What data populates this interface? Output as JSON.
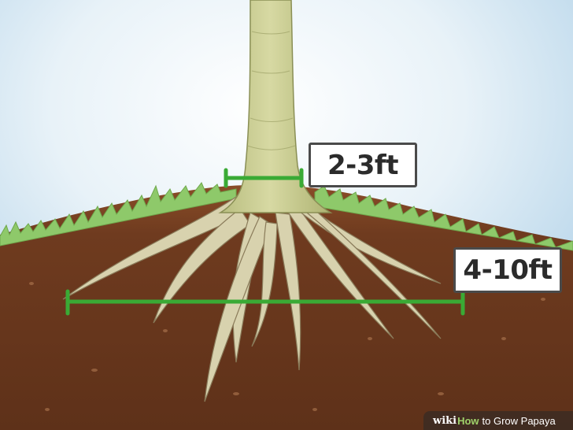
{
  "measurements": {
    "trunk_width_label": "2-3ft",
    "root_spread_label": "4-10ft"
  },
  "watermark": {
    "brand": "wiki",
    "how": "How",
    "rest": "to Grow Papaya"
  },
  "colors": {
    "sky": "#cfe4f2",
    "soil": "#6e3b1f",
    "grass": "#8ec96a",
    "trunk": "#c9cc93",
    "root": "#d6d0ab",
    "measure_line": "#3aaa35"
  }
}
